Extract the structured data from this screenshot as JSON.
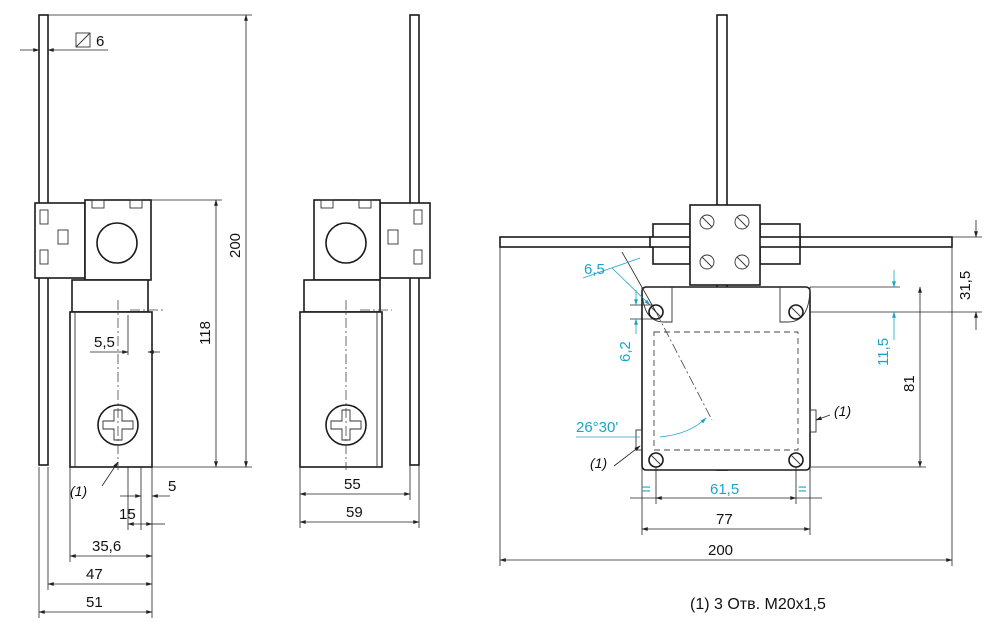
{
  "dimensions": {
    "rod_diameter": "6",
    "overall_height": "200",
    "body_height": "118",
    "dim_5_5": "5,5",
    "dim_5": "5",
    "dim_15": "15",
    "dim_35_6": "35,6",
    "dim_47": "47",
    "dim_51": "51",
    "mid_55": "55",
    "mid_59": "59",
    "right_6_5": "6,5",
    "right_6_2": "6,2",
    "right_angle": "26°30'",
    "right_31_5": "31,5",
    "right_11_5": "11,5",
    "right_81": "81",
    "right_61_5": "61,5",
    "right_77": "77",
    "right_200": "200",
    "equal_mark": "="
  },
  "callouts": {
    "ref_1": "(1)"
  },
  "footnote": "(1) 3 Отв. М20х1,5"
}
